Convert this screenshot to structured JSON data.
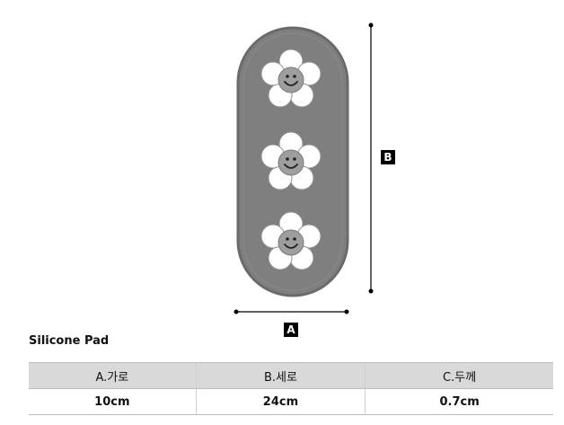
{
  "figure": {
    "label_a": "A",
    "label_b": "B",
    "colors": {
      "pad": "#808080",
      "pad_border": "#6b6b6b",
      "petal": "#ffffff",
      "center": "#9e9e9e"
    }
  },
  "caption": "Silicone Pad",
  "table": {
    "headers": [
      "A.가로",
      "B.세로",
      "C.두께"
    ],
    "values": [
      "10cm",
      "24cm",
      "0.7cm"
    ]
  }
}
